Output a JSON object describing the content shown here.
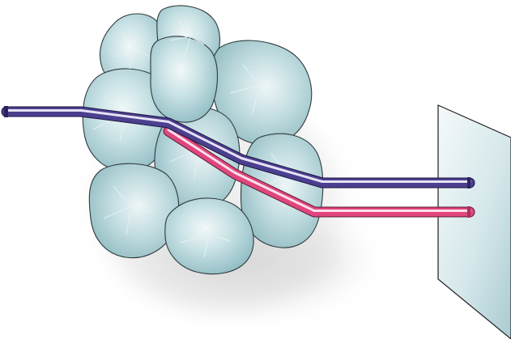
{
  "diagram": {
    "kind": "light-refraction-through-cell-cluster",
    "elements": [
      "cell-cluster",
      "incident-beam",
      "refracted-beam",
      "transmitted-beam",
      "detector-screen"
    ],
    "colors": {
      "background": "#ffffff",
      "cell_fill": "#b9d8dc",
      "cell_highlight": "#eef6f7",
      "cell_outline": "#2f3b3d",
      "cell_inner_line": "#d9ebee",
      "beam_straight": "#4b3f8f",
      "beam_straight_highlight": "#e6e2f5",
      "beam_refracted": "#e0467e",
      "beam_refracted_highlight": "#fbe0eb",
      "screen_fill": "#c7dde2",
      "screen_highlight": "#f3f8f9",
      "screen_outline": "#1e1e1e",
      "shadow": "#c8c8c8"
    }
  }
}
